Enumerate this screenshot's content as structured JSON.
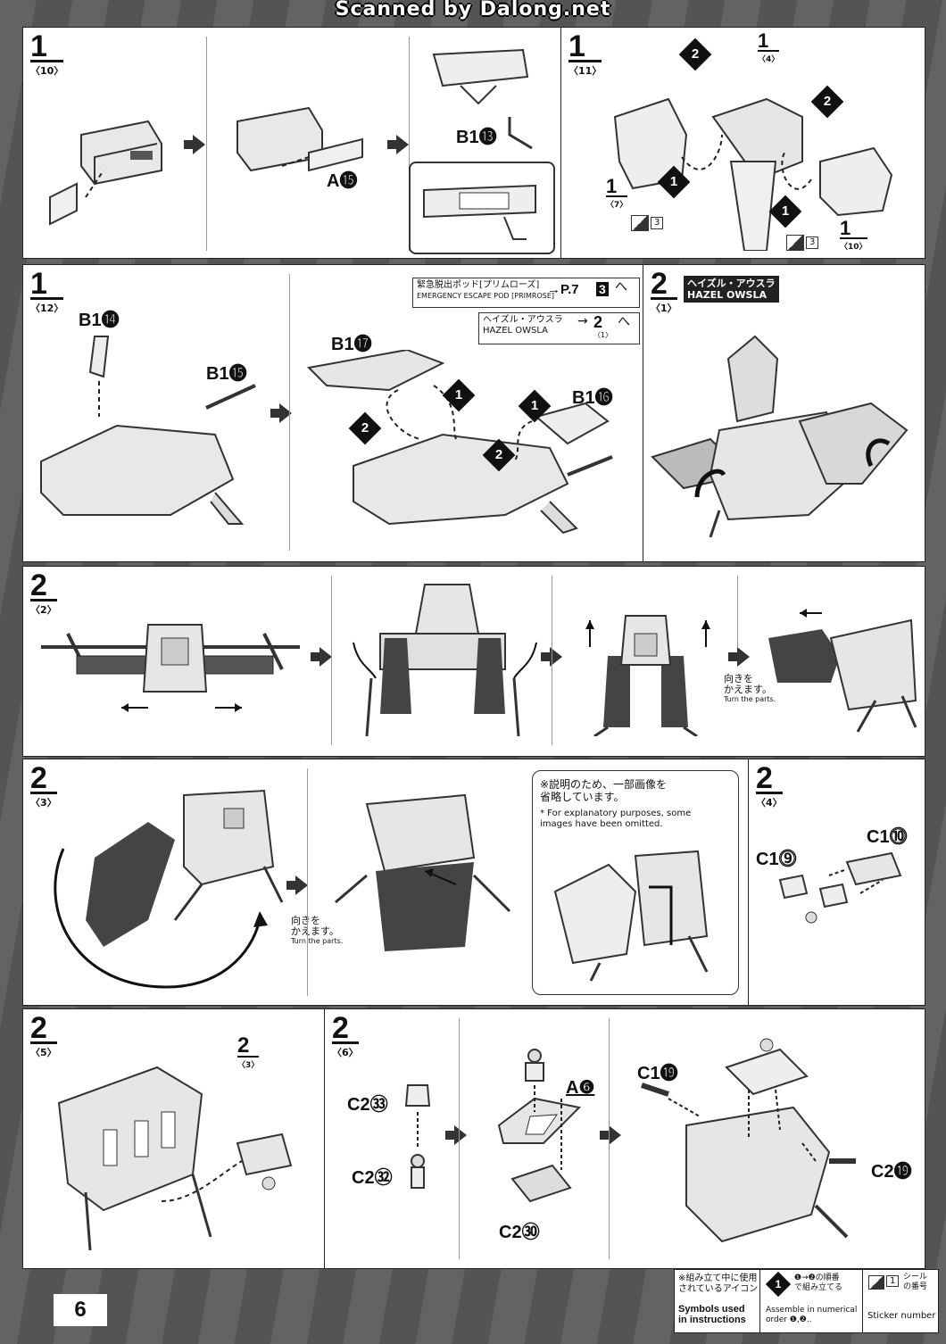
{
  "watermark": "Scanned by Dalong.net",
  "page_number": "6",
  "steps": {
    "s1_10": {
      "major": "1",
      "minor": "〈10〉",
      "labels": {
        "a15": "A⓯",
        "b13": "B1⓭"
      }
    },
    "s1_11": {
      "major": "1",
      "minor": "〈11〉",
      "ref_top": {
        "major": "1",
        "minor": "〈4〉"
      },
      "ref_left": {
        "major": "1",
        "minor": "〈7〉"
      },
      "ref_right": {
        "major": "1",
        "minor": "〈10〉"
      },
      "sticker": "3",
      "dot1": "1",
      "dot2": "2"
    },
    "s1_12": {
      "major": "1",
      "minor": "〈12〉",
      "b14": "B1⓮",
      "b15": "B1⓯",
      "b17": "B1⓱",
      "b16": "B1⓰",
      "ref1_jp": "緊急脱出ポッド[プリムローズ]",
      "ref1_en": "EMERGENCY ESCAPE POD [PRIMROSE]",
      "ref1_page": "→P.7",
      "ref1_step": "3",
      "ref2_jp": "ヘイズル・アウスラ",
      "ref2_en": "HAZEL OWSLA",
      "ref2_major": "2",
      "ref2_minor": "〈1〉",
      "tail": "へ"
    },
    "s2_1": {
      "major": "2",
      "minor": "〈1〉",
      "name_jp": "ヘイズル・アウスラ",
      "name_en": "HAZEL OWSLA"
    },
    "s2_2": {
      "major": "2",
      "minor": "〈2〉",
      "turn_jp": "向きを\nかえます。",
      "turn_en": "Turn the parts."
    },
    "s2_3": {
      "major": "2",
      "minor": "〈3〉",
      "turn_jp": "向きを\nかえます。",
      "turn_en": "Turn the parts.",
      "note_jp": "※説明のため、一部画像を\n省略しています。",
      "note_en": "* For explanatory purposes, some\n  images have been omitted."
    },
    "s2_4": {
      "major": "2",
      "minor": "〈4〉",
      "c19": "C1⓽",
      "c110": "C1⓾"
    },
    "s2_5": {
      "major": "2",
      "minor": "〈5〉",
      "ref": {
        "major": "2",
        "minor": "〈3〉"
      }
    },
    "s2_6": {
      "major": "2",
      "minor": "〈6〉",
      "c233": "C2㉝",
      "c232": "C2㉜",
      "a6": "A❻",
      "c230": "C2㉚",
      "c119": "C1⓳",
      "c219": "C2⓳"
    }
  },
  "legend": {
    "title_jp": "※組み立て中に使用\nされているアイコン",
    "title_en": "Symbols used\nin instructions",
    "assemble_jp": "❶→❷の順番\nで組み立てる",
    "assemble_en": "Assemble in numerical\norder ❶,❷..",
    "sticker_jp": "シール\nの番号",
    "sticker_en": "Sticker number",
    "sticker_sample": "1",
    "dot_sample": "1"
  }
}
